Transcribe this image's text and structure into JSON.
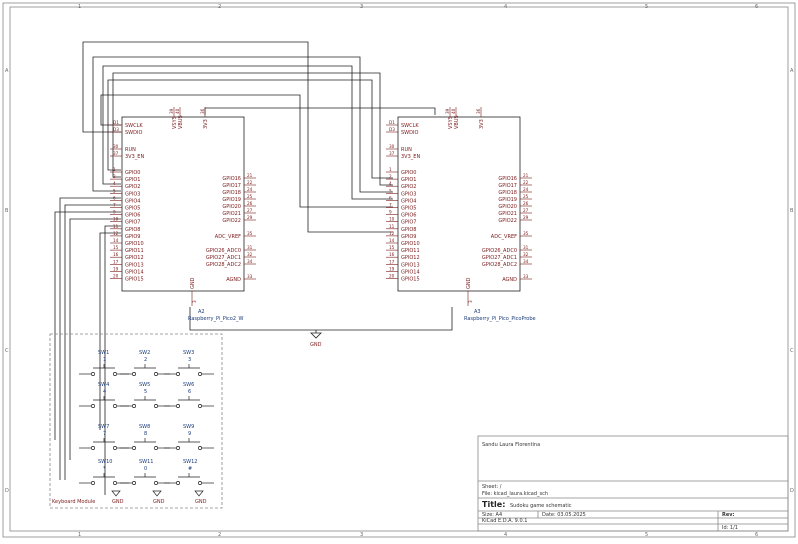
{
  "frame": {
    "columns": [
      "1",
      "2",
      "3",
      "4",
      "5",
      "6"
    ],
    "rows": [
      "A",
      "B",
      "C",
      "D"
    ]
  },
  "symbols": {
    "left_pins": [
      "GPIO0",
      "GPIO1",
      "GPIO2",
      "GPIO3",
      "GPIO4",
      "GPIO5",
      "GPIO6",
      "GPIO7",
      "GPIO8",
      "GPIO9",
      "GPIO10",
      "GPIO11",
      "GPIO12",
      "GPIO13",
      "GPIO14",
      "GPIO15"
    ],
    "left_pin_numbers": [
      "1",
      "2",
      "4",
      "5",
      "6",
      "7",
      "9",
      "10",
      "11",
      "12",
      "14",
      "15",
      "16",
      "17",
      "19",
      "20"
    ],
    "ctrl_pins": [
      "RUN",
      "3V3_EN"
    ],
    "ctrl_pin_numbers": [
      "30",
      "37"
    ],
    "swd_pins": [
      "SWCLK",
      "SWDIO"
    ],
    "swd_pin_numbers": [
      "D1",
      "D3"
    ],
    "top_pins": [
      "VSYS",
      "VBUS",
      "3V3"
    ],
    "top_pin_numbers": [
      "39",
      "40",
      "36"
    ],
    "right_pins": [
      "GPIO16",
      "GPIO17",
      "GPIO18",
      "GPIO19",
      "GPIO20",
      "GPIO21",
      "GPIO22",
      "ADC_VREF",
      "GPIO26_ADC0",
      "GPIO27_ADC1",
      "GPIO28_ADC2",
      "AGND"
    ],
    "right_pin_numbers": [
      "21",
      "22",
      "24",
      "25",
      "26",
      "27",
      "29",
      "35",
      "31",
      "32",
      "34",
      "33"
    ],
    "gnd_pin": "GND",
    "gnd_pin_number": "3",
    "a2": {
      "ref": "A2",
      "value": "Raspberry_Pi_Pico2_W"
    },
    "a3": {
      "ref": "A3",
      "value": "Raspberry_Pi_Pico_PicoProbe"
    }
  },
  "gnd_label": "GND",
  "keyboard": {
    "label": "Keyboard Module",
    "switches": [
      {
        "ref": "SW1",
        "val": "1"
      },
      {
        "ref": "SW2",
        "val": "2"
      },
      {
        "ref": "SW3",
        "val": "3"
      },
      {
        "ref": "SW4",
        "val": "4"
      },
      {
        "ref": "SW5",
        "val": "5"
      },
      {
        "ref": "SW6",
        "val": "6"
      },
      {
        "ref": "SW7",
        "val": "7"
      },
      {
        "ref": "SW8",
        "val": "8"
      },
      {
        "ref": "SW9",
        "val": "9"
      },
      {
        "ref": "SW10",
        "val": "*"
      },
      {
        "ref": "SW11",
        "val": "0"
      },
      {
        "ref": "SW12",
        "val": "#"
      }
    ],
    "gnd_labels": [
      "GND",
      "GND",
      "GND"
    ]
  },
  "title_block": {
    "author": "Sandu Laura Florentina",
    "sheet": "Sheet: /",
    "file": "File: kicad_laura.kicad_sch",
    "title_label": "Title:",
    "title": "Sudoku game schematic",
    "size": "Size: A4",
    "date": "Date:  03.05.2025",
    "rev": "Rev:",
    "kicad": "KiCad E.D.A. 9.0.1",
    "id": "Id: 1/1"
  }
}
